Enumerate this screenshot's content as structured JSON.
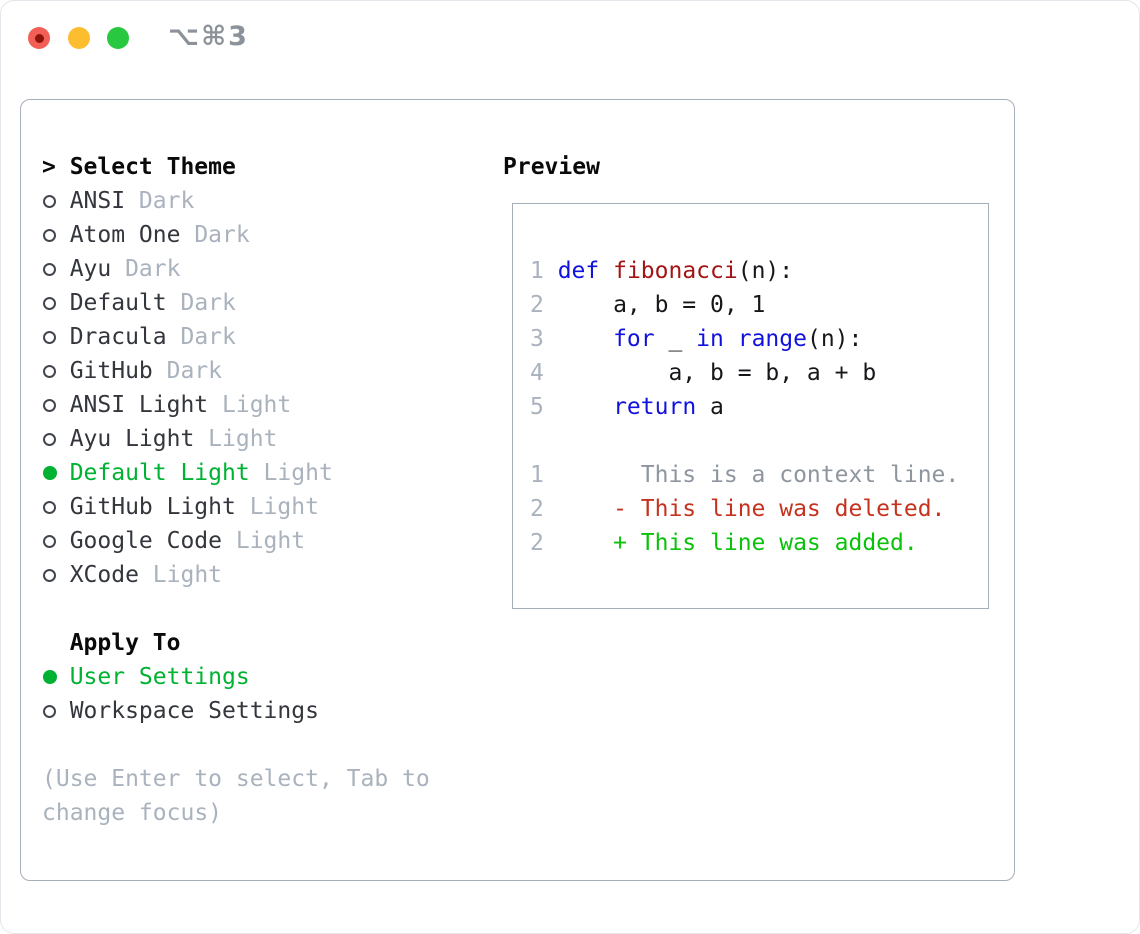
{
  "titlebar": {
    "shortcut_label": "⌥⌘3"
  },
  "theme_panel": {
    "title": "Select Theme",
    "title_marker": ">",
    "items": [
      {
        "name": "ANSI",
        "variant": "Dark",
        "selected": false
      },
      {
        "name": "Atom One",
        "variant": "Dark",
        "selected": false
      },
      {
        "name": "Ayu",
        "variant": "Dark",
        "selected": false
      },
      {
        "name": "Default",
        "variant": "Dark",
        "selected": false
      },
      {
        "name": "Dracula",
        "variant": "Dark",
        "selected": false
      },
      {
        "name": "GitHub",
        "variant": "Dark",
        "selected": false
      },
      {
        "name": "ANSI Light",
        "variant": "Light",
        "selected": false
      },
      {
        "name": "Ayu Light",
        "variant": "Light",
        "selected": false
      },
      {
        "name": "Default Light",
        "variant": "Light",
        "selected": true
      },
      {
        "name": "GitHub Light",
        "variant": "Light",
        "selected": false
      },
      {
        "name": "Google Code",
        "variant": "Light",
        "selected": false
      },
      {
        "name": "XCode",
        "variant": "Light",
        "selected": false
      }
    ],
    "apply_to": {
      "title": "Apply To",
      "options": [
        {
          "label": "User Settings",
          "selected": true
        },
        {
          "label": "Workspace Settings",
          "selected": false
        }
      ]
    },
    "hint_lines": [
      "(Use Enter to select, Tab to",
      "change focus)"
    ]
  },
  "preview": {
    "title": "Preview",
    "lines": [
      {
        "num": "1",
        "kind": "code",
        "tokens": [
          [
            "keyword",
            "def"
          ],
          [
            "plain",
            " "
          ],
          [
            "func",
            "fibonacci"
          ],
          [
            "plain",
            "(n):"
          ]
        ]
      },
      {
        "num": "2",
        "kind": "code",
        "tokens": [
          [
            "plain",
            "    a, b = 0, 1"
          ]
        ]
      },
      {
        "num": "3",
        "kind": "code",
        "tokens": [
          [
            "plain",
            "    "
          ],
          [
            "keyword",
            "for"
          ],
          [
            "plain",
            " _ "
          ],
          [
            "keyword",
            "in"
          ],
          [
            "plain",
            " "
          ],
          [
            "keyword",
            "range"
          ],
          [
            "plain",
            "(n):"
          ]
        ]
      },
      {
        "num": "4",
        "kind": "code",
        "tokens": [
          [
            "plain",
            "        a, b = b, a + b"
          ]
        ]
      },
      {
        "num": "5",
        "kind": "code",
        "tokens": [
          [
            "plain",
            "    "
          ],
          [
            "keyword",
            "return"
          ],
          [
            "plain",
            " a"
          ]
        ]
      },
      {
        "num": "",
        "kind": "blank",
        "tokens": []
      },
      {
        "num": "1",
        "kind": "context",
        "tokens": [
          [
            "context",
            "      This is a context line."
          ]
        ]
      },
      {
        "num": "2",
        "kind": "deleted",
        "tokens": [
          [
            "deleted",
            "    - This line was deleted."
          ]
        ]
      },
      {
        "num": "2",
        "kind": "added",
        "tokens": [
          [
            "added",
            "    + This line was added."
          ]
        ]
      }
    ]
  },
  "colors": {
    "accent-green": "#00b232",
    "added-green": "#0bc20b",
    "deleted-red": "#c5331f",
    "keyword-blue": "#1212dd",
    "function-red": "#a31515",
    "muted-gray": "#a9b2bd",
    "context-gray": "#8e959e",
    "item-text": "#33363c",
    "code-text": "#15171a",
    "border-gray": "#a6aeb9",
    "title-black": "#0a0a0a",
    "traffic-red": "#f25f57",
    "traffic-red-dot": "#8c140b",
    "traffic-yellow": "#fcbd2e",
    "traffic-green": "#28c840",
    "shortcut-gray": "#8c9299"
  }
}
